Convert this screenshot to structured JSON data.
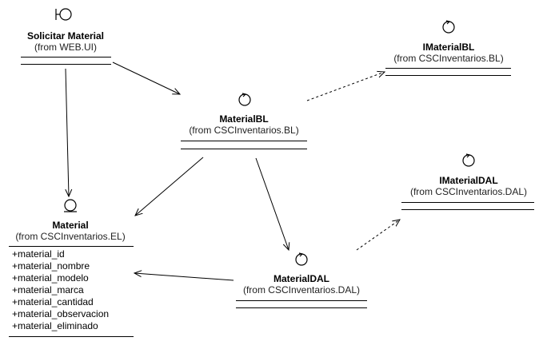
{
  "classes": {
    "solicitar": {
      "name": "Solicitar Material",
      "package": "(from WEB.UI)",
      "stereotype": "boundary-icon"
    },
    "imaterialbl": {
      "name": "IMaterialBL",
      "package": "(from CSCInventarios.BL)",
      "stereotype": "control-icon"
    },
    "materialbl": {
      "name": "MaterialBL",
      "package": "(from CSCInventarios.BL)",
      "stereotype": "control-icon"
    },
    "imaterialdal": {
      "name": "IMaterialDAL",
      "package": "(from CSCInventarios.DAL)",
      "stereotype": "control-icon"
    },
    "material": {
      "name": "Material",
      "package": "(from CSCInventarios.EL)",
      "stereotype": "entity-icon",
      "attributes": [
        "+material_id",
        "+material_nombre",
        "+material_modelo",
        "+material_marca",
        "+material_cantidad",
        "+material_observacion",
        "+material_eliminado"
      ]
    },
    "materialdal": {
      "name": "MaterialDAL",
      "package": "(from CSCInventarios.DAL)",
      "stereotype": "control-icon"
    }
  },
  "relations": [
    {
      "from": "Solicitar Material",
      "to": "MaterialBL",
      "kind": "association"
    },
    {
      "from": "Solicitar Material",
      "to": "Material",
      "kind": "association"
    },
    {
      "from": "MaterialBL",
      "to": "IMaterialBL",
      "kind": "realization"
    },
    {
      "from": "MaterialBL",
      "to": "Material",
      "kind": "association"
    },
    {
      "from": "MaterialBL",
      "to": "MaterialDAL",
      "kind": "association"
    },
    {
      "from": "MaterialDAL",
      "to": "IMaterialDAL",
      "kind": "realization"
    },
    {
      "from": "MaterialDAL",
      "to": "Material",
      "kind": "association"
    }
  ]
}
